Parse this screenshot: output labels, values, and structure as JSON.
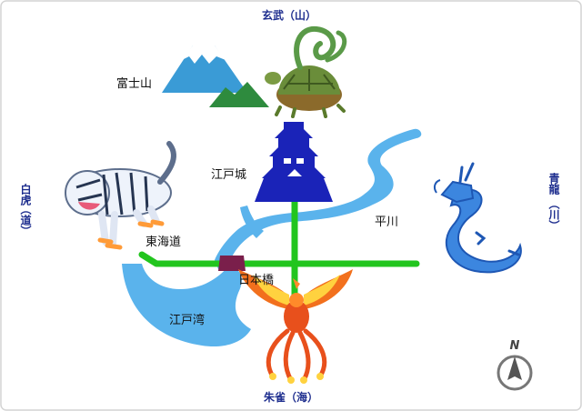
{
  "directions": {
    "north": "玄武（山）",
    "south": "朱雀（海）",
    "west_line1": "白虎",
    "west_line2": "（道）",
    "east_line1": "青龍",
    "east_line2": "（川）"
  },
  "places": {
    "fuji": "富士山",
    "castle": "江戸城",
    "river": "平川",
    "road": "東海道",
    "bridge": "日本橋",
    "bay": "江戸湾"
  },
  "compass": {
    "label": "N"
  },
  "icons": {
    "north": "black-tortoise-snake-icon",
    "south": "vermilion-bird-icon",
    "west": "white-tiger-icon",
    "east": "azure-dragon-icon",
    "castle": "castle-icon",
    "mountain": "mount-fuji-icon",
    "compass": "compass-icon"
  },
  "colors": {
    "road": "#22c51e",
    "water": "#5ab3ec",
    "castle": "#1a23b8",
    "bridge": "#7a1f4b",
    "label_blue": "#1f2f8f",
    "fuji": "#3a9bd6",
    "hill": "#2e8b3e",
    "phoenix": "#e8501c",
    "dragon": "#3c86df"
  }
}
